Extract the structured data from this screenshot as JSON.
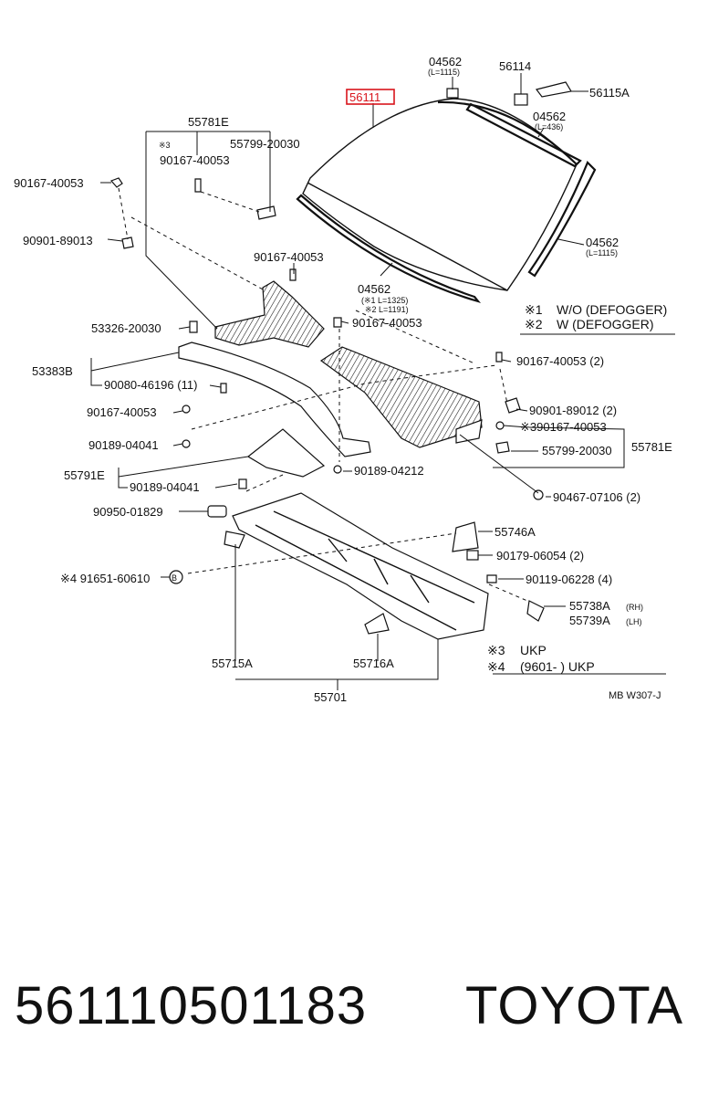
{
  "footer": {
    "part_number": "561110501183",
    "brand": "TOYOTA"
  },
  "diagram": {
    "highlighted_part": "56111",
    "labels": {
      "p04562_top": "04562",
      "p04562_top_len": "(L=1115)",
      "p56114": "56114",
      "p56115A": "56115A",
      "p04562_mid": "04562",
      "p04562_mid_len": "(L=436)",
      "p04562_right": "04562",
      "p04562_right_len": "(L=1115)",
      "p04562_bottom": "04562",
      "p04562_bottom_len1": "(※1 L=1325)",
      "p04562_bottom_len2": "※2 L=1191)",
      "p55781E_top": "55781E",
      "note3": "※3",
      "p90167_a": "90167-40053",
      "p55799_a": "55799-20030",
      "p90167_left": "90167-40053",
      "p90901_89013": "90901-89013",
      "p90167_c": "90167-40053",
      "p53326": "53326-20030",
      "p90167_d": "90167-40053",
      "p53383B": "53383B",
      "p90080": "90080-46196 (11)",
      "p90167_e": "90167-40053",
      "p90189_a": "90189-04041",
      "p90189_04212": "90189-04212",
      "p55791E": "55791E",
      "p90189_b": "90189-04041",
      "p90950": "90950-01829",
      "p90167_right": "90167-40053 (2)",
      "p90901_89012": "90901-89012 (2)",
      "p90167_star3": "※390167-40053",
      "p55799_b": "55799-20030",
      "p55781E_right": "55781E",
      "p90467": "90467-07106 (2)",
      "p55746A": "55746A",
      "p90179": "90179-06054 (2)",
      "p91651": "※4 91651-60610",
      "p90119": "90119-06228 (4)",
      "p55738A": "55738A",
      "p55738A_sub": "(RH)",
      "p55739A": "55739A",
      "p55739A_sub": "(LH)",
      "p55715A": "55715A",
      "p55716A": "55716A",
      "p55701": "55701",
      "ref": "MB W307-J"
    },
    "notes": {
      "n1_mark": "※1",
      "n1_text": "W/O (DEFOGGER)",
      "n2_mark": "※2",
      "n2_text": "W (DEFOGGER)",
      "n3_mark": "※3",
      "n3_text": "UKP",
      "n4_mark": "※4",
      "n4_text": "(9601-       ) UKP"
    }
  }
}
